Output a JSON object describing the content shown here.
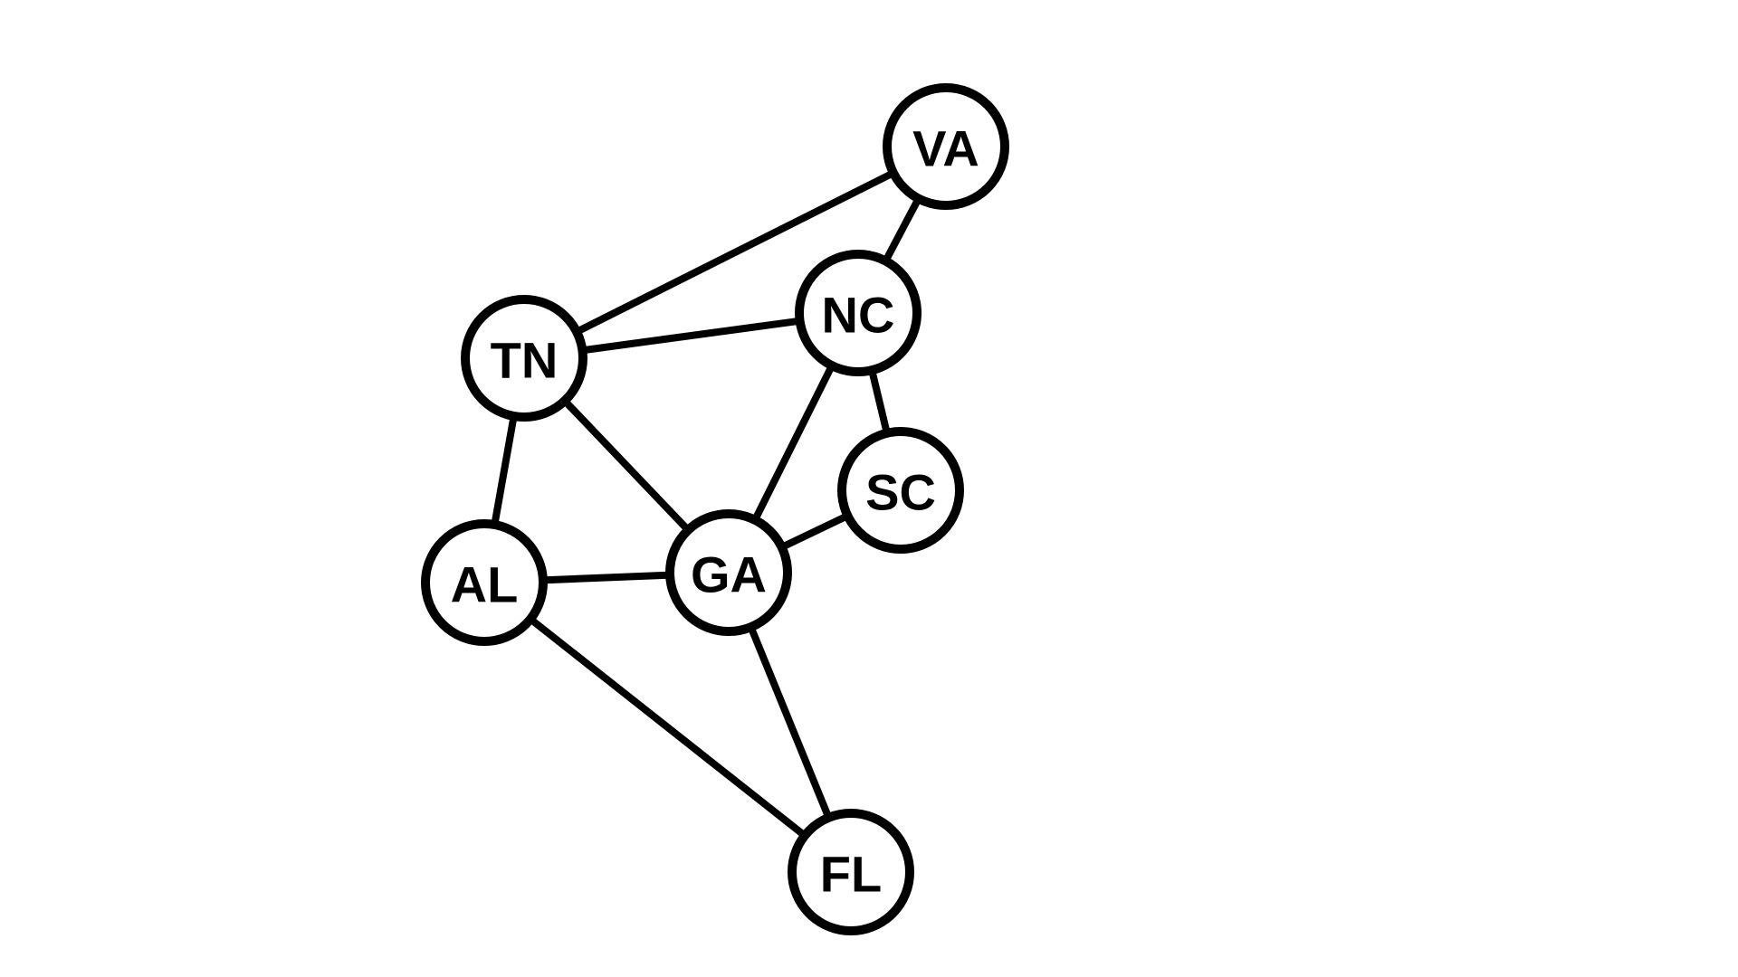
{
  "graph": {
    "nodes": [
      {
        "id": "VA",
        "label": "VA"
      },
      {
        "id": "NC",
        "label": "NC"
      },
      {
        "id": "TN",
        "label": "TN"
      },
      {
        "id": "SC",
        "label": "SC"
      },
      {
        "id": "AL",
        "label": "AL"
      },
      {
        "id": "GA",
        "label": "GA"
      },
      {
        "id": "FL",
        "label": "FL"
      }
    ],
    "edges": [
      {
        "from": "VA",
        "to": "TN"
      },
      {
        "from": "VA",
        "to": "NC"
      },
      {
        "from": "TN",
        "to": "NC"
      },
      {
        "from": "TN",
        "to": "AL"
      },
      {
        "from": "TN",
        "to": "GA"
      },
      {
        "from": "NC",
        "to": "GA"
      },
      {
        "from": "NC",
        "to": "SC"
      },
      {
        "from": "SC",
        "to": "GA"
      },
      {
        "from": "AL",
        "to": "GA"
      },
      {
        "from": "AL",
        "to": "FL"
      },
      {
        "from": "GA",
        "to": "FL"
      }
    ]
  }
}
